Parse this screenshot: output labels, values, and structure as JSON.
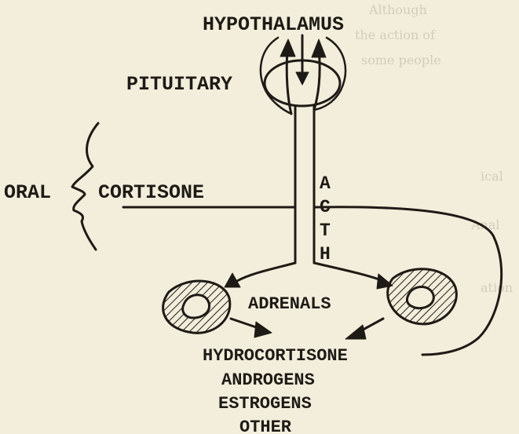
{
  "labels": {
    "hypothalamus": "HYPOTHALAMUS",
    "pituitary": "PITUITARY",
    "oral": "ORAL",
    "cortisone": "CORTISONE",
    "acth": [
      "A",
      "C",
      "T",
      "H"
    ],
    "adrenals": "ADRENALS",
    "outputs": [
      "HYDROCORTISONE",
      "ANDROGENS",
      "ESTROGENS",
      "OTHER"
    ]
  },
  "colors": {
    "ink": "#1e1b16",
    "paper": "#f3eedb",
    "bleed_through": "#b8b2a0"
  }
}
